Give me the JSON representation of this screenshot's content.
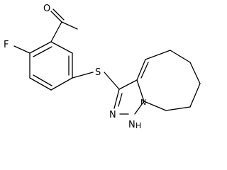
{
  "molecule": {
    "atoms": {
      "oxygen": "O",
      "fluorine": "F",
      "sulfur": "S",
      "nitrogen_n2": "N",
      "nitrogen_n1": "N",
      "nitrogen_n4": "N",
      "hydrogen_on_n1": "H"
    }
  }
}
